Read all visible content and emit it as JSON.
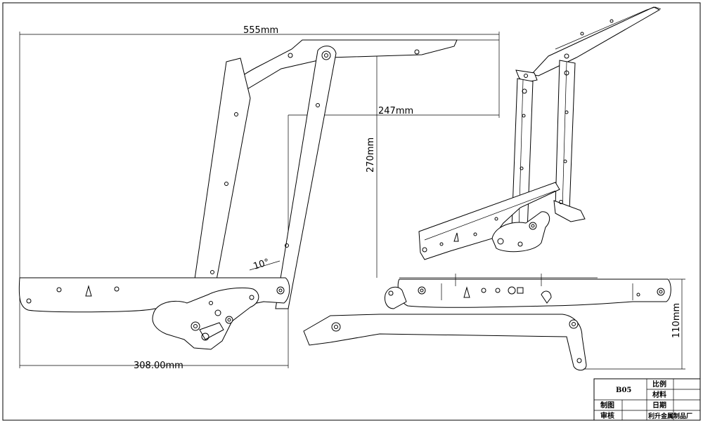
{
  "dimensions": {
    "width_555": "555mm",
    "height_247": "247mm",
    "height_270": "270mm",
    "width_308": "308.00mm",
    "angle_10": "10°",
    "height_110": "110mm"
  },
  "title_block": {
    "model": "B05",
    "scale_label": "比例",
    "material_label": "材料",
    "drawn_label": "制图",
    "date_label": "日期",
    "checked_label": "审核",
    "company": "利升金属制品厂"
  }
}
